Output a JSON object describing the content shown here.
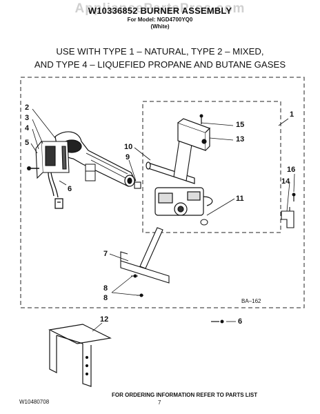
{
  "header": {
    "watermark": "AppliancePartsPros.com",
    "title": "W10336852 BURNER ASSEMBLY",
    "model_line": "For Model: NGD4700YQ0",
    "color_line": "(White)"
  },
  "usage_note": {
    "line1": "USE WITH TYPE 1 – NATURAL, TYPE 2 – MIXED,",
    "line2": "AND TYPE 4 – LIQUEFIED PROPANE AND BUTANE GASES"
  },
  "callouts": {
    "c1": "1",
    "c2": "2",
    "c3": "3",
    "c4": "4",
    "c5": "5",
    "c6a": "6",
    "c6b": "6",
    "c7": "7",
    "c8a": "8",
    "c8b": "8",
    "c9": "9",
    "c10": "10",
    "c11": "11",
    "c12": "12",
    "c13": "13",
    "c14": "14",
    "c15": "15",
    "c16": "16"
  },
  "diagram_code": "BA–162",
  "footer": {
    "doc_number": "W10480708",
    "ordering_note": "FOR ORDERING INFORMATION REFER TO PARTS LIST",
    "page_number": "7"
  }
}
